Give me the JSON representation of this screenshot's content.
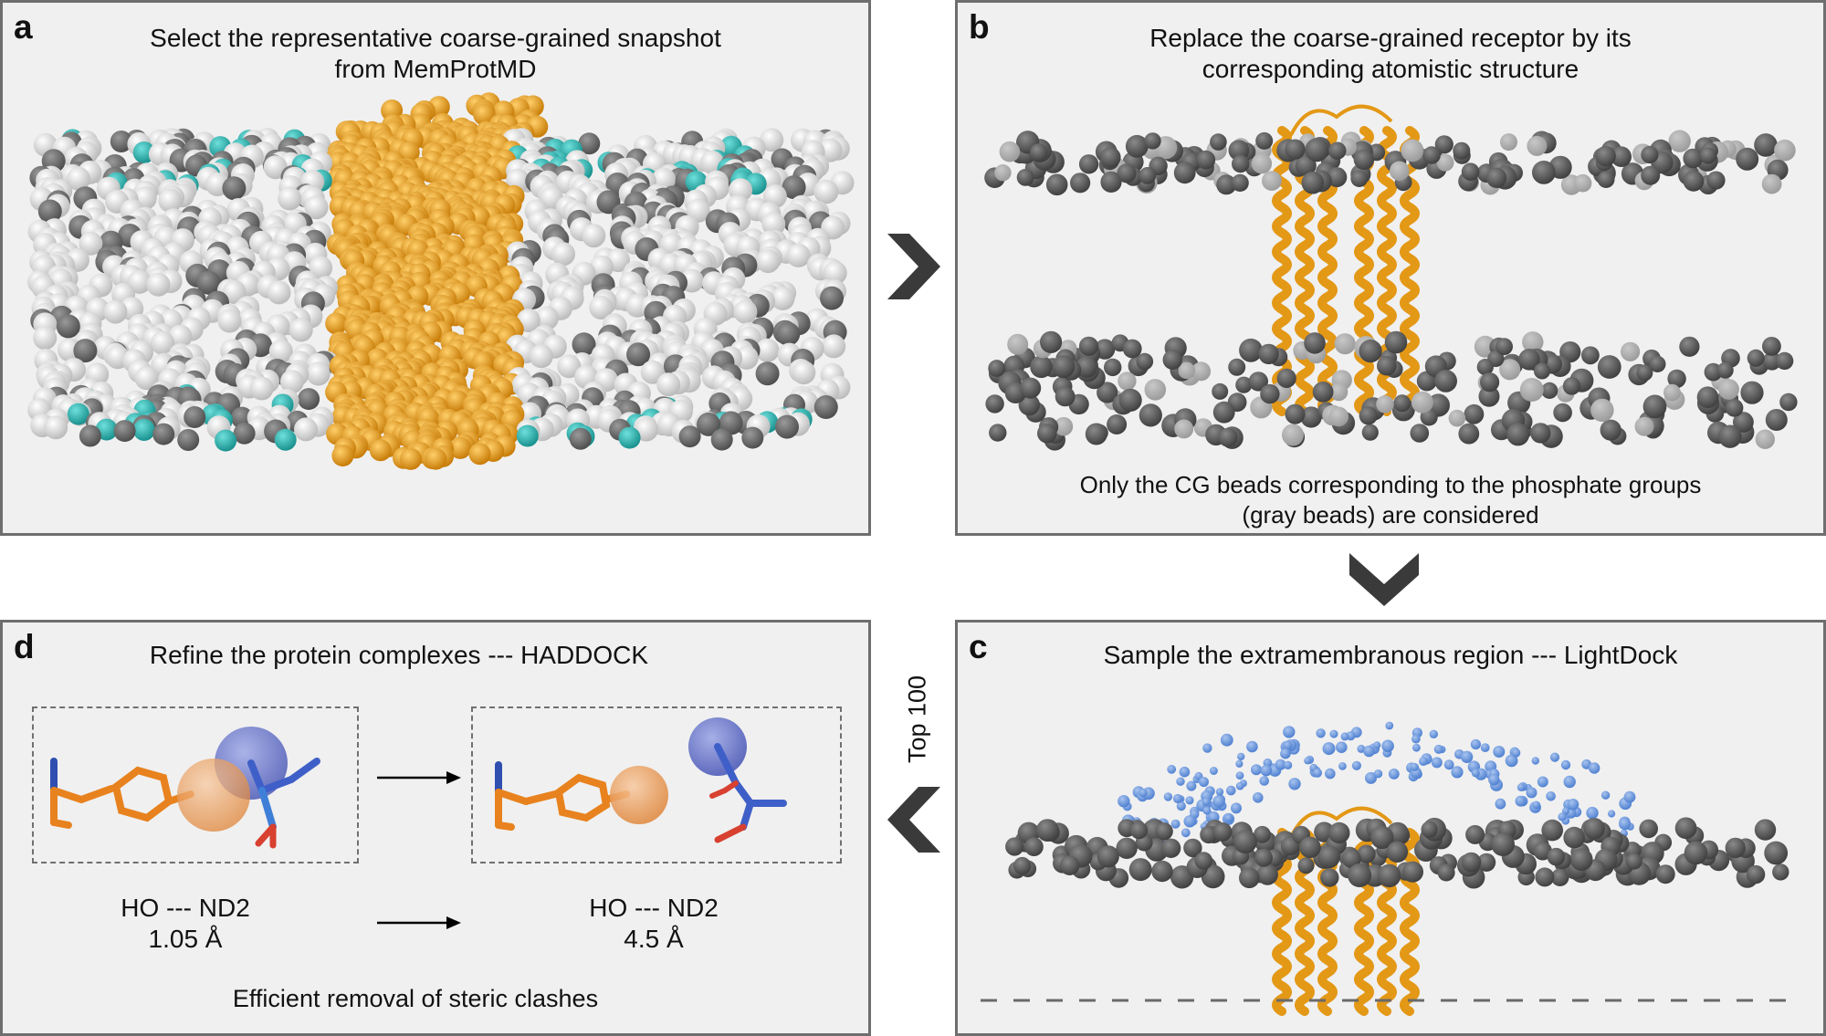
{
  "panels": {
    "a": {
      "letter": "a",
      "title_line1": "Select the representative coarse-grained snapshot",
      "title_line2": "from MemProtMD"
    },
    "b": {
      "letter": "b",
      "title_line1": "Replace the coarse-grained receptor by its",
      "title_line2": "corresponding atomistic structure",
      "caption_line1": "Only the CG beads corresponding to the phosphate groups",
      "caption_line2": "(gray beads) are considered"
    },
    "c": {
      "letter": "c",
      "title": "Sample the extramembranous region --- LightDock"
    },
    "d": {
      "letter": "d",
      "title": "Refine the protein complexes --- HADDOCK",
      "before_label": "HO --- ND2",
      "before_value": "1.05 Å",
      "after_label": "HO --- ND2",
      "after_value": "4.5 Å",
      "footer": "Efficient removal of steric clashes"
    }
  },
  "flow": {
    "c_to_d_label": "Top 100"
  },
  "colors": {
    "protein": "#e89a1a",
    "lipid_tail": "#f4f4f4",
    "lipid_head": "#2ab3b0",
    "phosphate_bead": "#555555",
    "sample_point": "#5d8fd6",
    "panel_bg": "#f0f0f0",
    "panel_border": "#6e6e6e",
    "chevron": "#3a3a3a",
    "ligand_orange": "#e87f2a",
    "ligand_blue": "#3556b8"
  },
  "icons": [
    "chevron-right-icon",
    "chevron-down-icon",
    "chevron-left-icon",
    "right-arrow-icon"
  ]
}
